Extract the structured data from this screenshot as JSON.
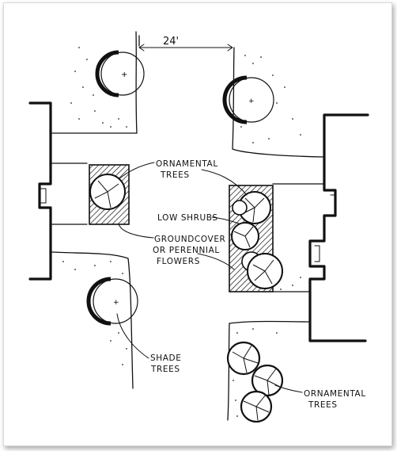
{
  "dimension": "24'",
  "labels": {
    "ornamental_trees_top": [
      "ORNAMENTAL",
      "TREES"
    ],
    "low_shrubs": [
      "LOW SHRUBS"
    ],
    "groundcover": [
      "GROUNDCOVER",
      "OR PERENNIAL",
      "FLOWERS"
    ],
    "shade_trees": [
      "SHADE",
      "TREES"
    ],
    "ornamental_trees_bottom": [
      "ORNAMENTAL",
      "TREES"
    ]
  }
}
